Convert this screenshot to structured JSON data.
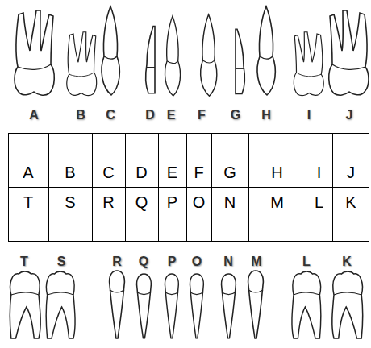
{
  "diagram": {
    "labels": [
      "A",
      "B",
      "C",
      "D",
      "E",
      "F",
      "G",
      "H",
      "I",
      "J",
      "A",
      "B",
      "C",
      "D",
      "E",
      "F",
      "G",
      "H",
      "I",
      "J",
      "T",
      "S",
      "R",
      "Q",
      "P",
      "O",
      "N",
      "M",
      "L",
      "K",
      "T",
      "S",
      "R",
      "Q",
      "P",
      "O",
      "N",
      "M",
      "L",
      "K"
    ]
  }
}
